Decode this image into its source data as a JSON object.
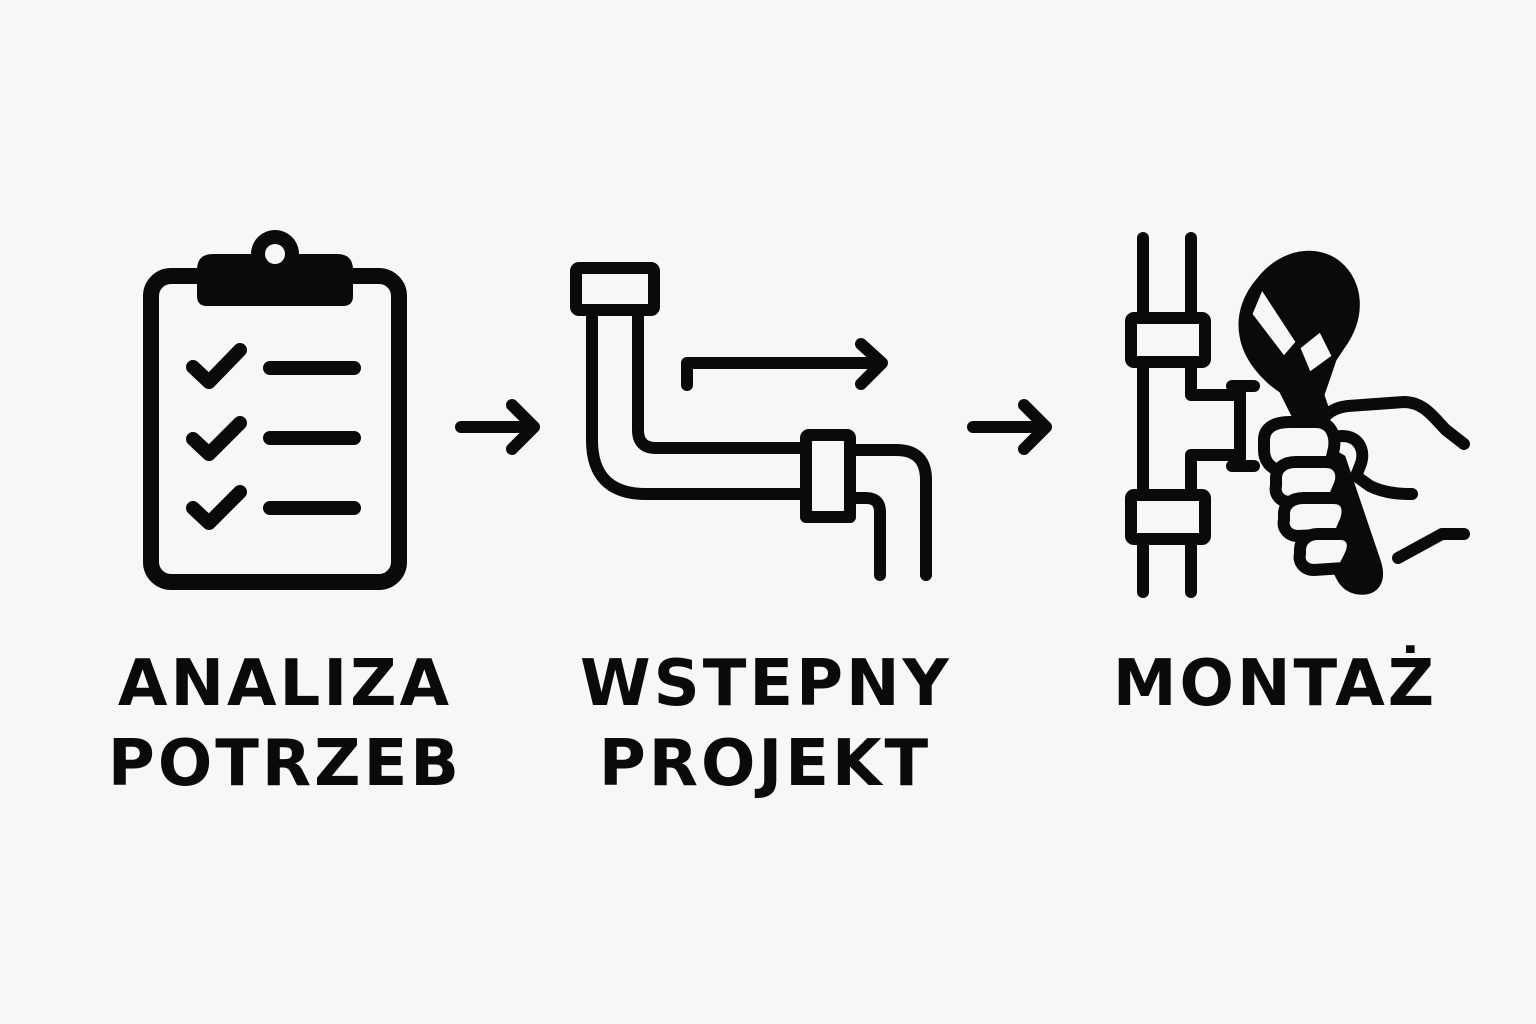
{
  "steps": [
    {
      "lines": [
        "ANALIZA",
        "POTRZEB"
      ],
      "icon": "clipboard-checklist-icon"
    },
    {
      "lines": [
        "WSTEPNY",
        "PROJEKT"
      ],
      "icon": "pipe-design-icon"
    },
    {
      "lines": [
        "MONTAŻ"
      ],
      "icon": "wrench-pipe-icon"
    }
  ],
  "connectors": [
    "arrow-right-icon",
    "arrow-right-icon"
  ],
  "colors": {
    "background": "#f7f7f7",
    "ink": "#0a0a0a"
  }
}
